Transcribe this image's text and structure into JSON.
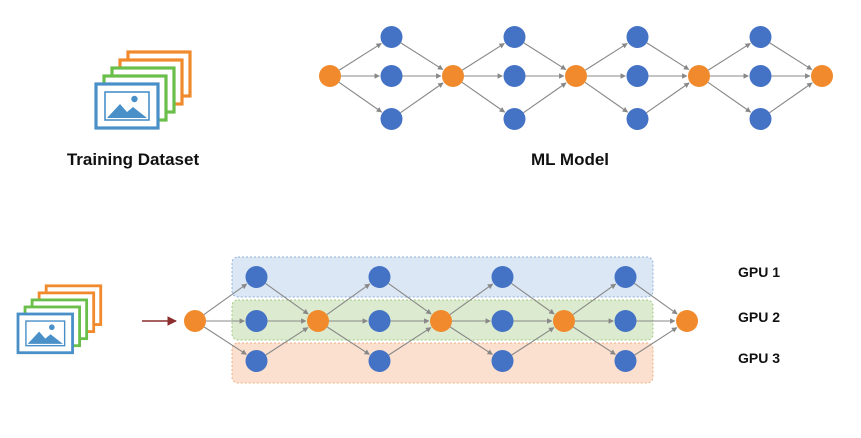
{
  "captions": {
    "training_dataset": "Training Dataset",
    "ml_model": "ML Model"
  },
  "gpus": [
    {
      "label": "GPU 1",
      "fill": "#dbe7f5",
      "stroke": "#8fb0dc"
    },
    {
      "label": "GPU 2",
      "fill": "#dcebcf",
      "stroke": "#9fca82"
    },
    {
      "label": "GPU 3",
      "fill": "#fbe0cf",
      "stroke": "#efae86"
    }
  ],
  "colors": {
    "hub_node": "#f08a2c",
    "hidden_node": "#4472c4",
    "edge": "#888888",
    "arrow": "#8b2d2d",
    "image_frame": "#4a90c8",
    "image_icon": "#4a90c8",
    "stack_orange": "#f08a2c",
    "stack_green": "#6abf4b"
  },
  "model": {
    "stages": 4,
    "nodes_per_stage": 3
  }
}
